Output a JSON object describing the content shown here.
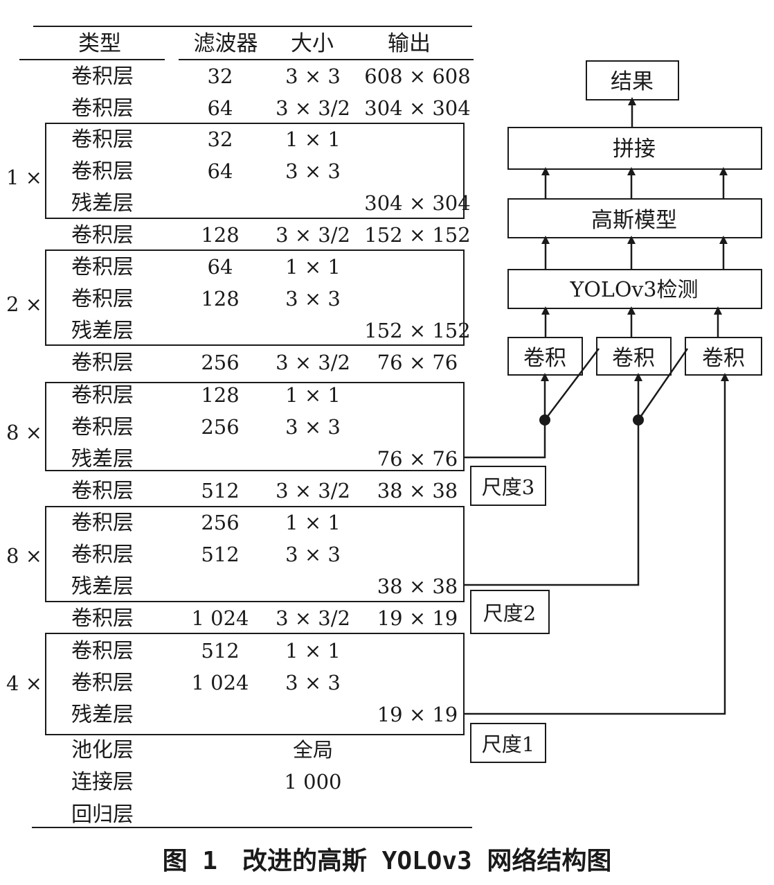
{
  "table": {
    "headers": {
      "type": "类型",
      "filters": "滤波器",
      "size": "大小",
      "output": "输出"
    },
    "rows": [
      {
        "type": "卷积层",
        "filters": "32",
        "size": "3 × 3",
        "output": "608 × 608"
      },
      {
        "type": "卷积层",
        "filters": "64",
        "size": "3 × 3/2",
        "output": "304 × 304"
      },
      {
        "type": "卷积层",
        "filters": "32",
        "size": "1 × 1",
        "output": ""
      },
      {
        "type": "卷积层",
        "filters": "64",
        "size": "3 × 3",
        "output": ""
      },
      {
        "type": "残差层",
        "filters": "",
        "size": "",
        "output": "304 × 304"
      },
      {
        "type": "卷积层",
        "filters": "128",
        "size": "3 × 3/2",
        "output": "152 × 152"
      },
      {
        "type": "卷积层",
        "filters": "64",
        "size": "1 × 1",
        "output": ""
      },
      {
        "type": "卷积层",
        "filters": "128",
        "size": "3 × 3",
        "output": ""
      },
      {
        "type": "残差层",
        "filters": "",
        "size": "",
        "output": "152 × 152"
      },
      {
        "type": "卷积层",
        "filters": "256",
        "size": "3 × 3/2",
        "output": "76 × 76"
      },
      {
        "type": "卷积层",
        "filters": "128",
        "size": "1 × 1",
        "output": ""
      },
      {
        "type": "卷积层",
        "filters": "256",
        "size": "3 × 3",
        "output": ""
      },
      {
        "type": "残差层",
        "filters": "",
        "size": "",
        "output": "76 × 76"
      },
      {
        "type": "卷积层",
        "filters": "512",
        "size": "3 × 3/2",
        "output": "38 × 38"
      },
      {
        "type": "卷积层",
        "filters": "256",
        "size": "1 × 1",
        "output": ""
      },
      {
        "type": "卷积层",
        "filters": "512",
        "size": "3 × 3",
        "output": ""
      },
      {
        "type": "残差层",
        "filters": "",
        "size": "",
        "output": "38 × 38"
      },
      {
        "type": "卷积层",
        "filters": "1 024",
        "size": "3 × 3/2",
        "output": "19 × 19"
      },
      {
        "type": "卷积层",
        "filters": "512",
        "size": "1 × 1",
        "output": ""
      },
      {
        "type": "卷积层",
        "filters": "1 024",
        "size": "3 × 3",
        "output": ""
      },
      {
        "type": "残差层",
        "filters": "",
        "size": "",
        "output": "19 × 19"
      },
      {
        "type": "池化层",
        "filters": "",
        "size": "全局",
        "output": ""
      },
      {
        "type": "连接层",
        "filters": "",
        "size": "1 000",
        "output": ""
      },
      {
        "type": "回归层",
        "filters": "",
        "size": "",
        "output": ""
      }
    ],
    "repeat_labels": [
      "1 ×",
      "2 ×",
      "8 ×",
      "8 ×",
      "4 ×"
    ]
  },
  "diagram": {
    "result": "结果",
    "concat": "拼接",
    "gaussian": "高斯模型",
    "yolo": "YOLOv3检测",
    "conv_blocks": [
      "卷积",
      "卷积",
      "卷积"
    ],
    "scales": [
      "尺度3",
      "尺度2",
      "尺度1"
    ]
  },
  "caption": "图 1　改进的高斯 YOLOv3 网络结构图"
}
